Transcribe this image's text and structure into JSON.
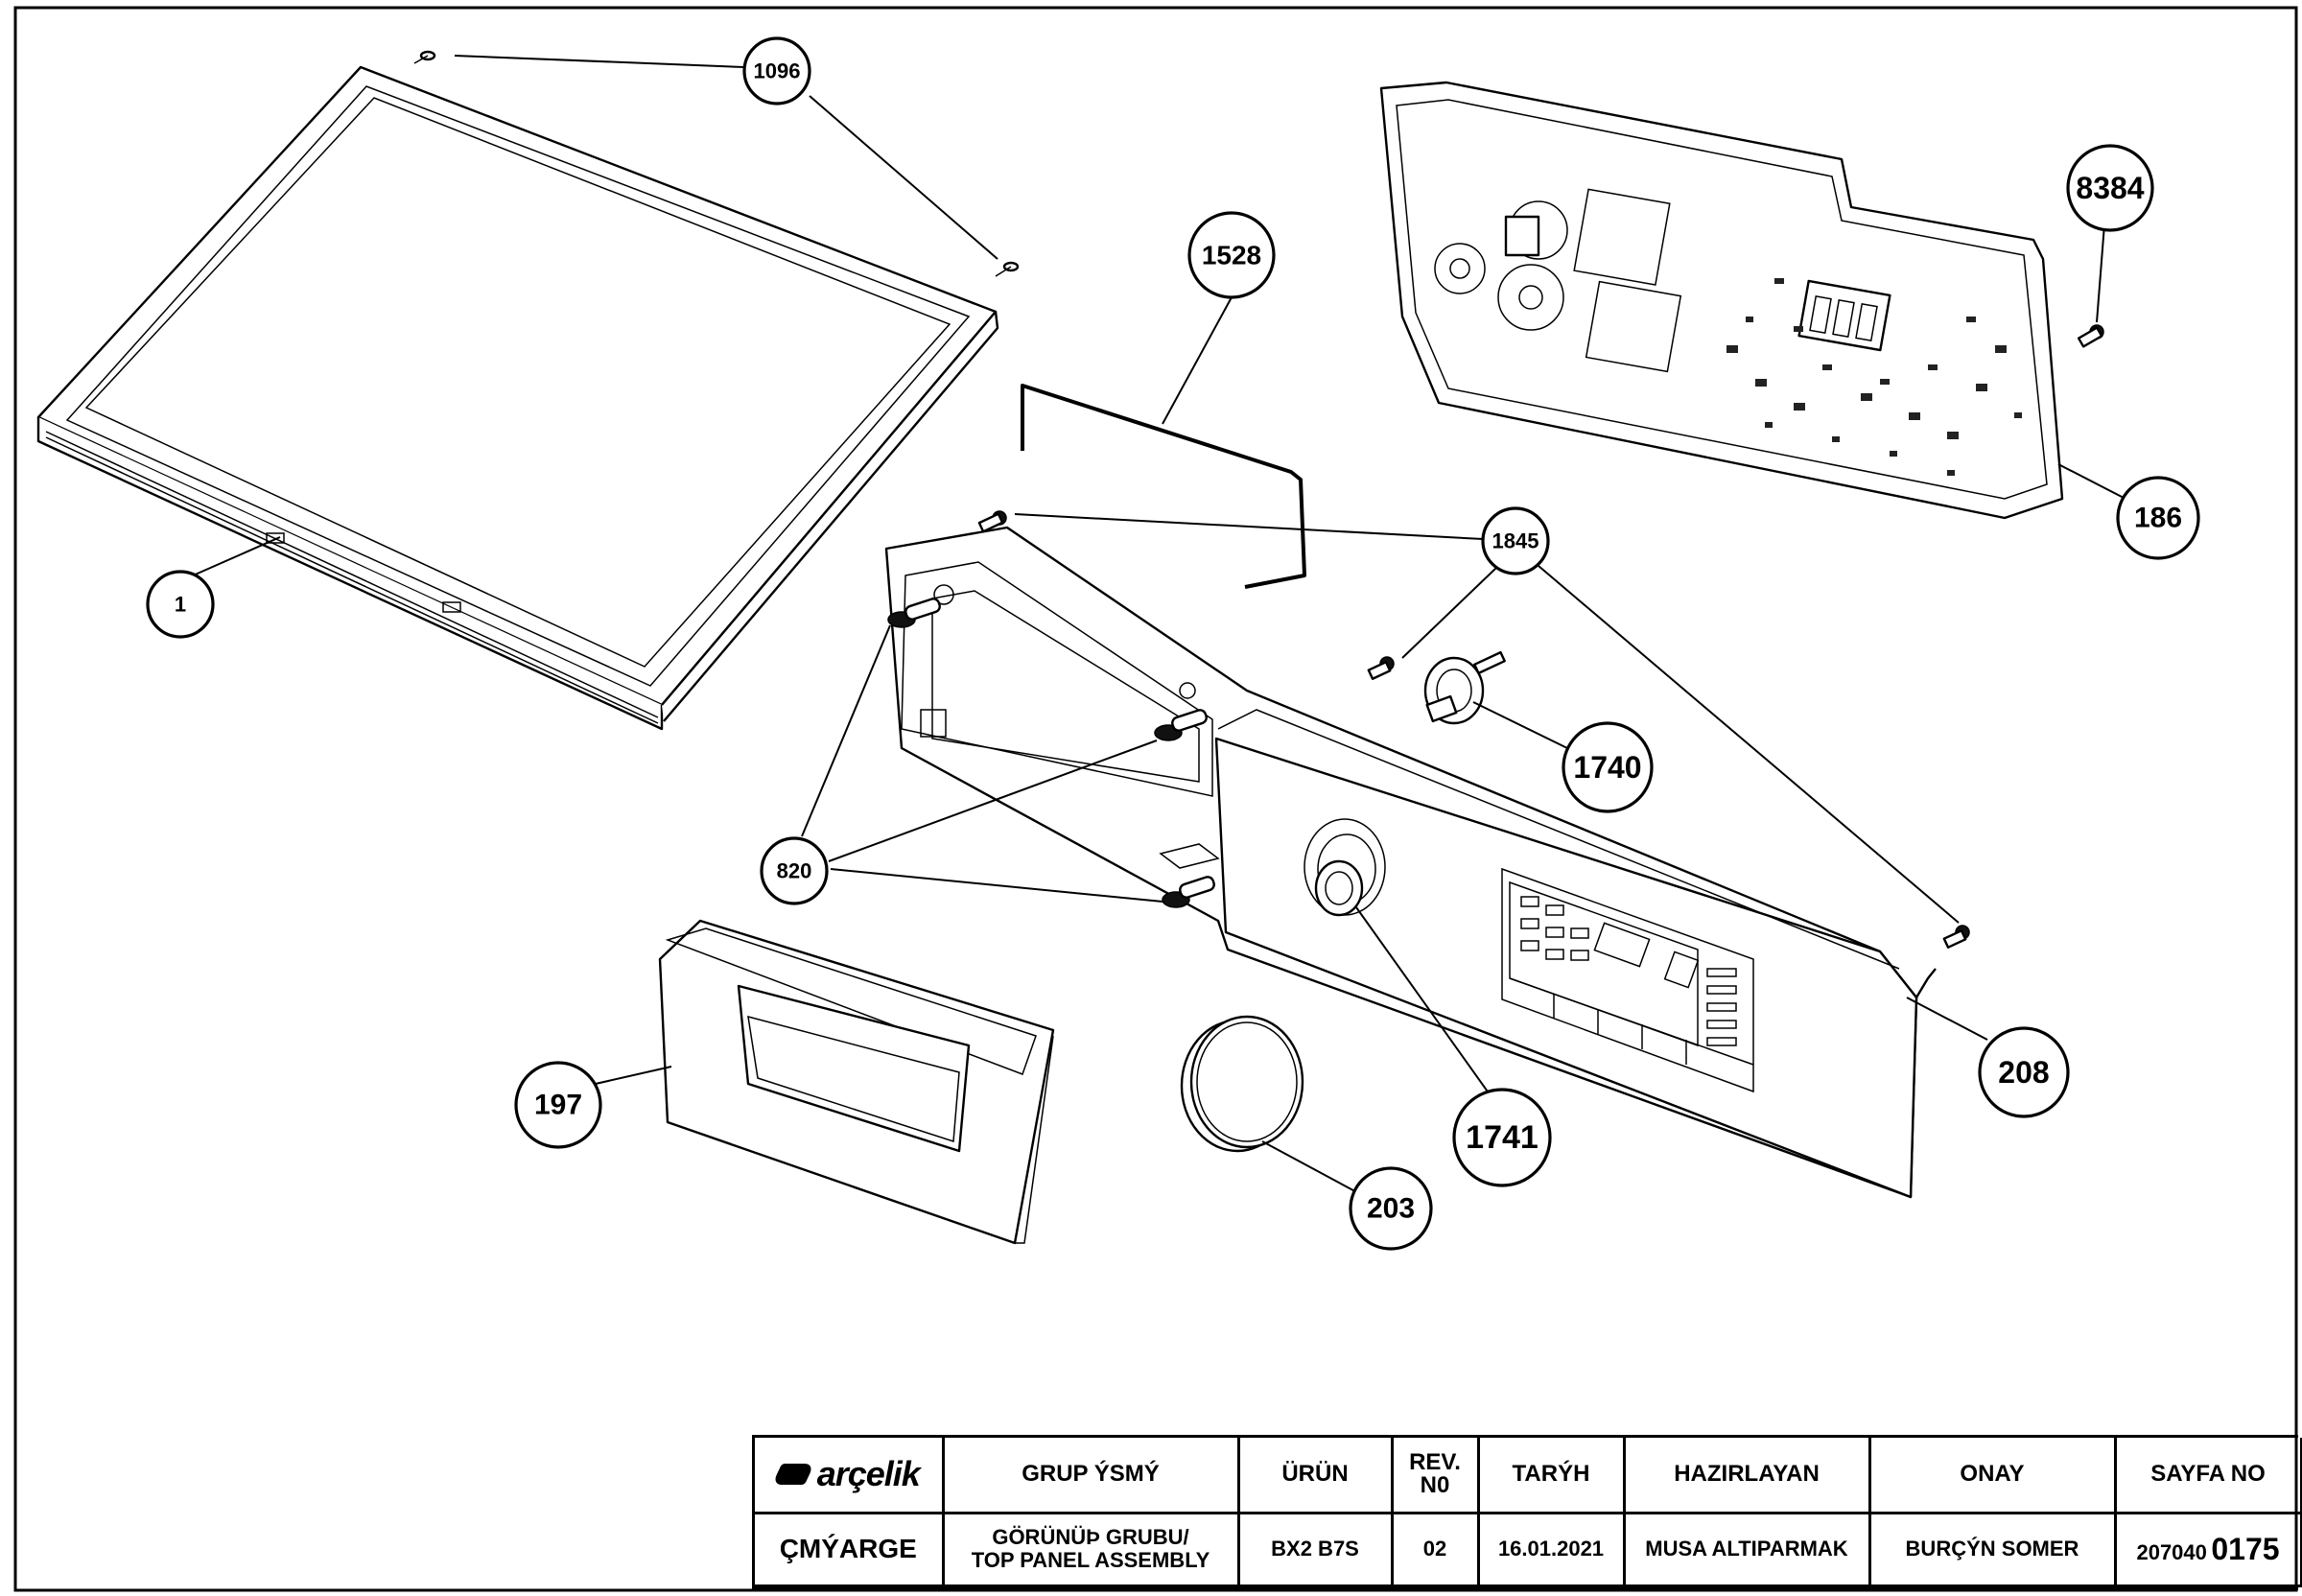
{
  "callouts": {
    "c1": "1",
    "c1096": "1096",
    "c1528": "1528",
    "c1845": "1845",
    "c8384": "8384",
    "c186": "186",
    "c1740": "1740",
    "c820": "820",
    "c197": "197",
    "c203": "203",
    "c1741": "1741",
    "c208": "208"
  },
  "title_block": {
    "brand": "arçelik",
    "group_name_label": "GRUP ÝSMÝ",
    "product_label": "ÜRÜN",
    "rev_label_line1": "REV.",
    "rev_label_line2": "N0",
    "date_label": "TARÝH",
    "prepared_label": "HAZIRLAYAN",
    "approved_label": "ONAY",
    "page_label": "SAYFA NO",
    "category": "ÇMÝARGE",
    "group_name_line1": "GÖRÜNÜÞ GRUBU/",
    "group_name_line2": "TOP PANEL ASSEMBLY",
    "product": "BX2 B7S",
    "rev": "02",
    "date": "16.01.2021",
    "prepared_by": "MUSA ALTIPARMAK",
    "approved_by": "BURÇÝN SOMER",
    "page_no_prefix": "207040",
    "page_no_suffix": "0175"
  }
}
